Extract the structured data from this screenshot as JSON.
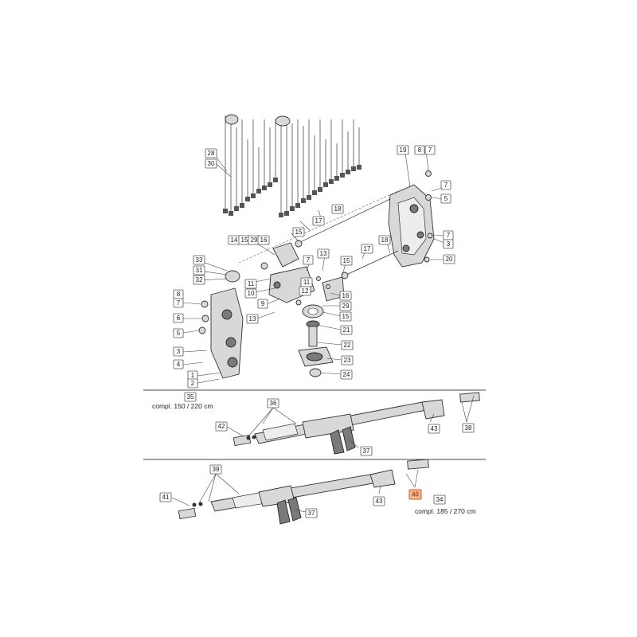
{
  "callouts": {
    "c1": "28",
    "c2": "30",
    "c3": "19",
    "c4": "8",
    "c5": "7",
    "c6": "7",
    "c7": "5",
    "c8": "18",
    "c9": "17",
    "c10": "15",
    "c11": "7",
    "c12": "3",
    "c13": "20",
    "c14": "18",
    "c15": "17",
    "c16": "14",
    "c17": "15",
    "c18": "29",
    "c19": "16",
    "c20": "7",
    "c21": "13",
    "c22": "15",
    "c23": "33",
    "c24": "31",
    "c25": "32",
    "c26": "11",
    "c27": "10",
    "c28": "11",
    "c29": "12",
    "c30": "16",
    "c31": "29",
    "c32": "15",
    "c33": "9",
    "c34": "13",
    "c35": "8",
    "c36": "7",
    "c37": "6",
    "c38": "5",
    "c39": "3",
    "c40": "4",
    "c41": "1",
    "c42": "2",
    "c43": "21",
    "c44": "22",
    "c45": "23",
    "c46": "24",
    "c47": "35",
    "c48": "36",
    "c49": "42",
    "c50": "43",
    "c51": "38",
    "c52": "37",
    "c53": "39",
    "c54": "41",
    "c55": "43",
    "c56": "40",
    "c57": "34",
    "c58": "37"
  },
  "captions": {
    "upper_assembly": "compl. 150 / 220 cm",
    "lower_assembly": "compl. 185 / 270 cm"
  },
  "highlight": {
    "label": "40",
    "color": "#d45a1e"
  }
}
